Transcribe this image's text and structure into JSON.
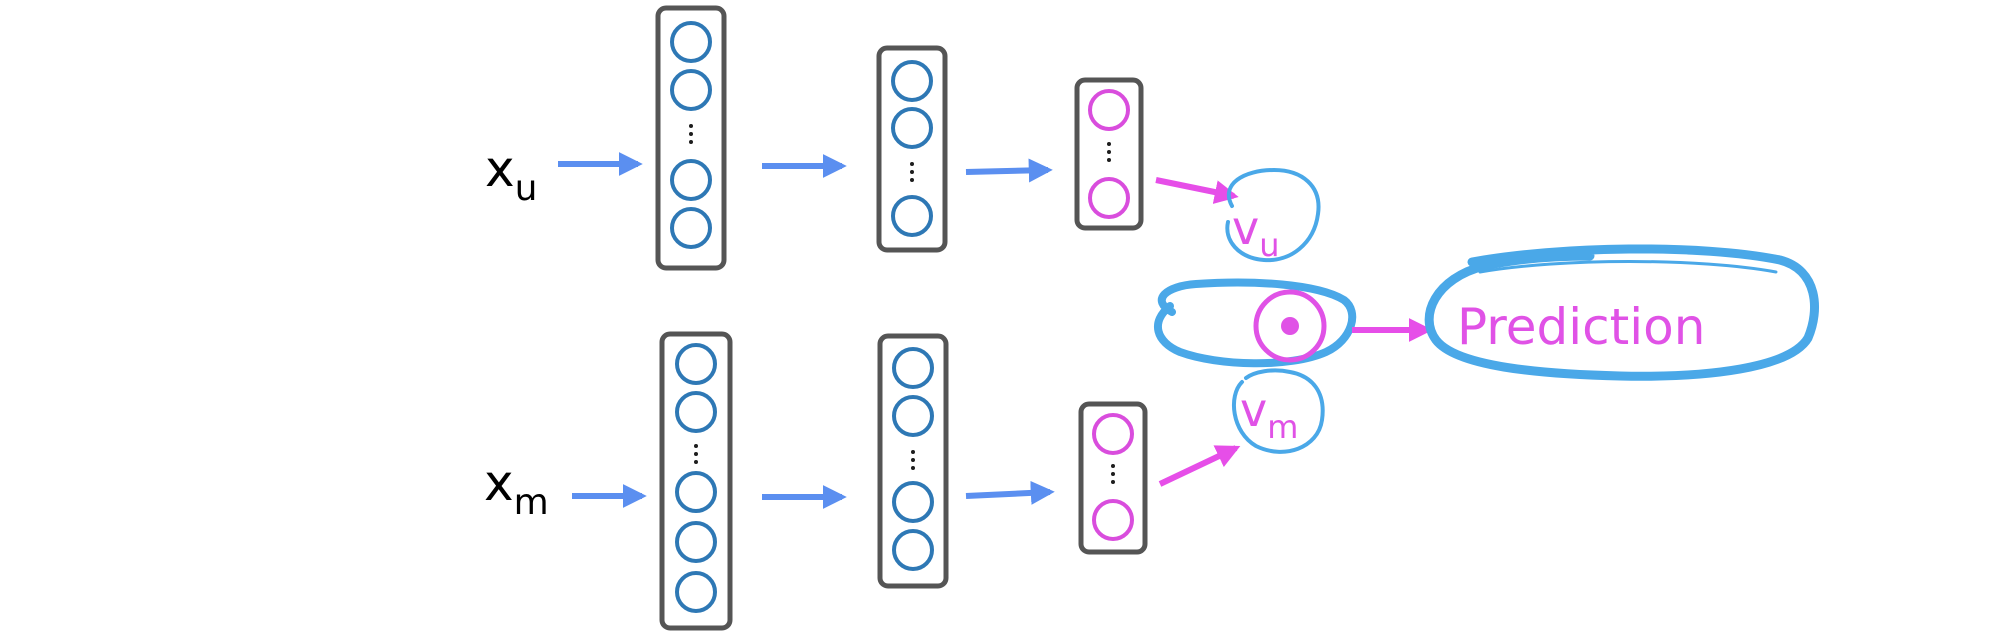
{
  "inputs": {
    "user": {
      "base": "x",
      "subscript": "u"
    },
    "movie": {
      "base": "x",
      "subscript": "m"
    }
  },
  "vectors": {
    "user": {
      "base": "v",
      "subscript": "u"
    },
    "movie": {
      "base": "v",
      "subscript": "m"
    }
  },
  "dot_product_symbol": "dot-product-icon",
  "output": {
    "label": "Prediction"
  },
  "colors": {
    "network_units": "#2e78b5",
    "output_units": "#d94ddd",
    "arrows_blue": "#5b8ff0",
    "arrows_pink": "#e64ee8",
    "hand_circles": "#4aa8e8",
    "layer_frame": "#555555"
  }
}
